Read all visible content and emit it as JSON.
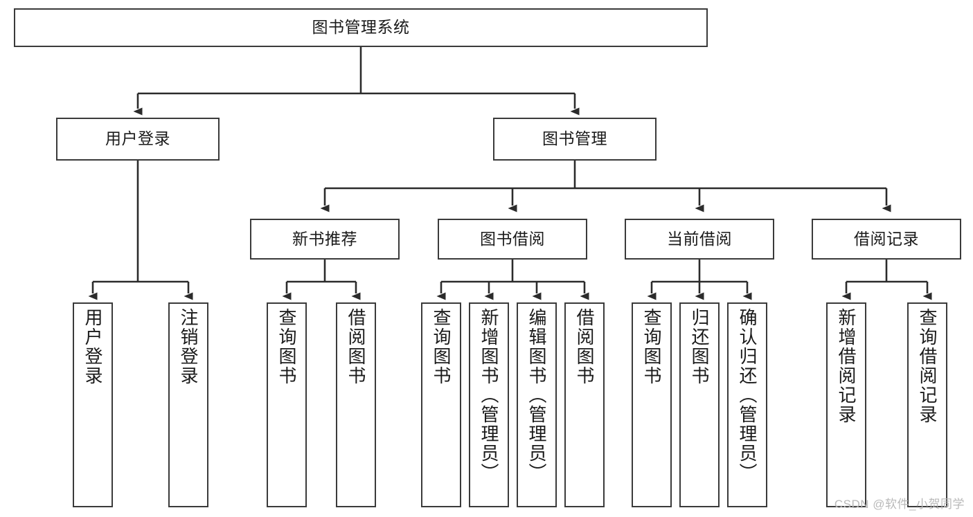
{
  "diagram": {
    "type": "tree-hierarchy-chart",
    "title": "图书管理系统",
    "watermark": "CSDN @软件_小贺同学",
    "colors": {
      "border": "#3a3a3a",
      "background": "#ffffff",
      "text": "#1a1a1a",
      "connector": "#2b2b2b",
      "watermark": "#b9b9b9"
    },
    "levels": {
      "root": {
        "label": "图书管理系统"
      },
      "level2": [
        {
          "label": "用户登录"
        },
        {
          "label": "图书管理"
        }
      ],
      "level3": [
        {
          "label": "新书推荐"
        },
        {
          "label": "图书借阅"
        },
        {
          "label": "当前借阅"
        },
        {
          "label": "借阅记录"
        }
      ],
      "leaves": [
        {
          "label": "用户登录",
          "parent": "用户登录"
        },
        {
          "label": "注销登录",
          "parent": "用户登录"
        },
        {
          "label": "查询图书",
          "parent": "新书推荐"
        },
        {
          "label": "借阅图书",
          "parent": "新书推荐"
        },
        {
          "label": "查询图书",
          "parent": "图书借阅"
        },
        {
          "label": "新增图书（管理员）",
          "parent": "图书借阅"
        },
        {
          "label": "编辑图书（管理员）",
          "parent": "图书借阅"
        },
        {
          "label": "借阅图书",
          "parent": "图书借阅"
        },
        {
          "label": "查询图书",
          "parent": "当前借阅"
        },
        {
          "label": "归还图书",
          "parent": "当前借阅"
        },
        {
          "label": "确认归还（管理员）",
          "parent": "当前借阅"
        },
        {
          "label": "新增借阅记录",
          "parent": "借阅记录"
        },
        {
          "label": "查询借阅记录",
          "parent": "借阅记录"
        }
      ]
    }
  }
}
